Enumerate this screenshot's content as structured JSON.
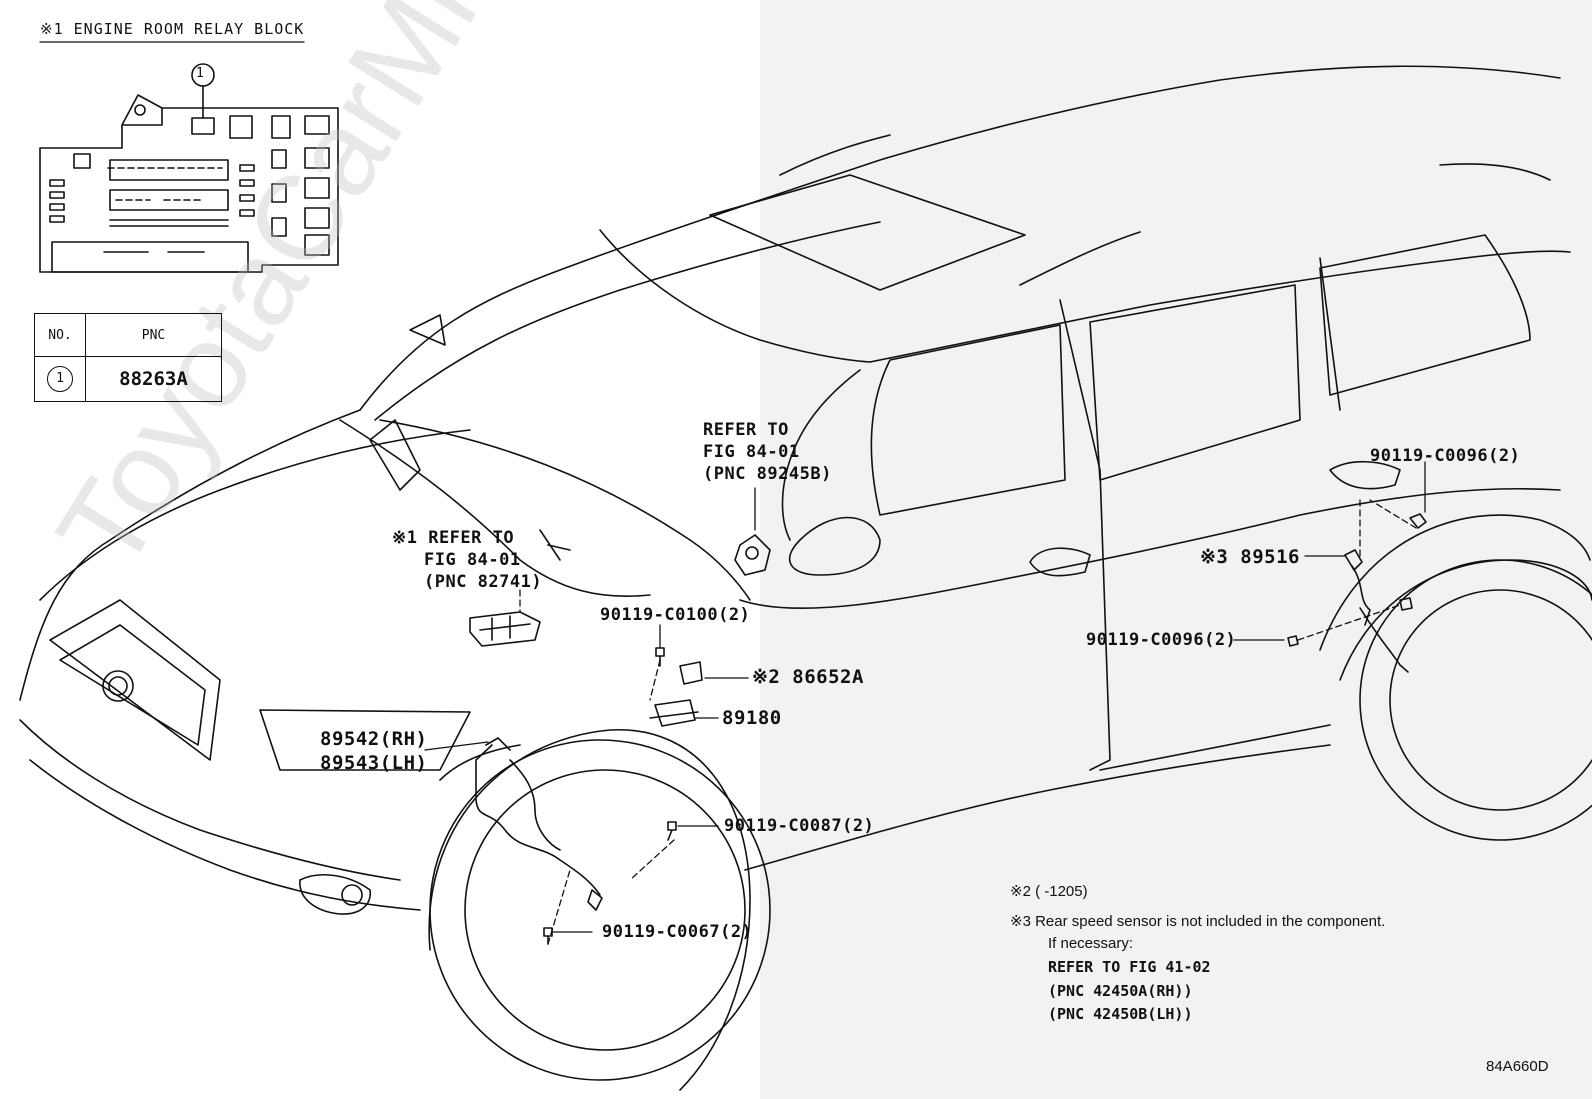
{
  "relay_block": {
    "title": "※1 ENGINE ROOM RELAY BLOCK",
    "marker": "1"
  },
  "pnc_table": {
    "col_no": "NO.",
    "col_pnc": "PNC",
    "row_no": "1",
    "row_pnc": "88263A"
  },
  "labels": {
    "refer_89245b_1": "REFER TO",
    "refer_89245b_2": "FIG 84-01",
    "refer_89245b_3": "(PNC 89245B)",
    "refer_82741_1": "※1 REFER TO",
    "refer_82741_2": "FIG 84-01",
    "refer_82741_3": "(PNC 82741)",
    "part_c0100": "90119-C0100(2)",
    "part_86652a": "※2 86652A",
    "part_89180": "89180",
    "part_89542": "89542(RH)",
    "part_89543": "89543(LH)",
    "part_c0087": "90119-C0087(2)",
    "part_c0067": "90119-C0067(2)",
    "part_c0096_top": "90119-C0096(2)",
    "part_89516": "※3 89516",
    "part_c0096_mid": "90119-C0096(2)"
  },
  "notes": {
    "note2": "※2 (       -1205)",
    "note3_line1": "※3 Rear speed sensor is not included in the component.",
    "note3_line2": "If necessary:",
    "note3_line3": "REFER TO FIG 41-02",
    "note3_line4": "(PNC 42450A(RH))",
    "note3_line5": "(PNC 42450B(LH))"
  },
  "figure_code": "84A660D",
  "watermark": "ToyotaCarMine.ru"
}
